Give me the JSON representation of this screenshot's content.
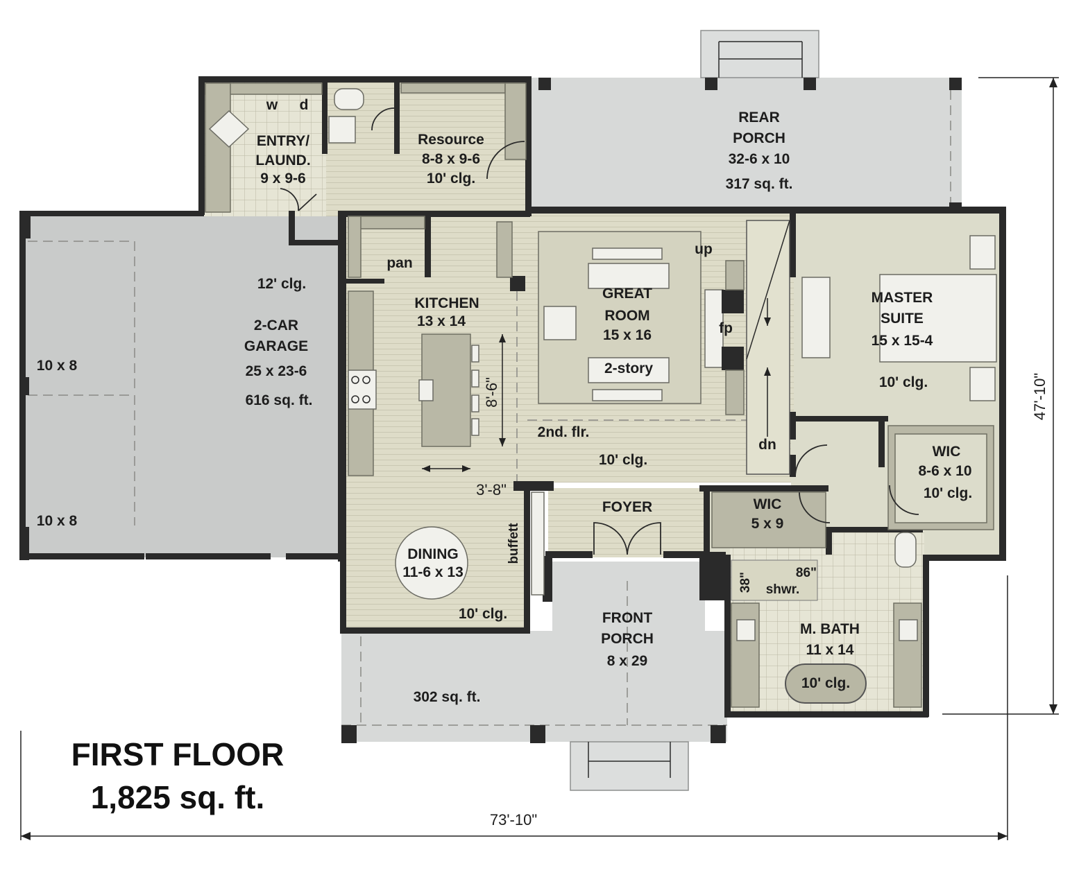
{
  "plan": {
    "title": "FIRST FLOOR",
    "area": "1,825 sq. ft.",
    "overall_width": "73'-10\"",
    "overall_depth": "47'-10\""
  },
  "rooms": {
    "entry": {
      "line1": "ENTRY/",
      "line2": "LAUND.",
      "size": "9 x 9-6",
      "w": "w",
      "d": "d"
    },
    "resource": {
      "name": "Resource",
      "size": "8-8 x 9-6",
      "ceiling": "10' clg."
    },
    "rear_porch": {
      "line1": "REAR",
      "line2": "PORCH",
      "size": "32-6 x 10",
      "area": "317 sq. ft."
    },
    "garage": {
      "ceiling": "12' clg.",
      "line1": "2-CAR",
      "line2": "GARAGE",
      "size": "25 x 23-6",
      "area": "616 sq. ft.",
      "bay1": "10 x 8",
      "bay2": "10 x 8"
    },
    "pantry": {
      "name": "pan"
    },
    "kitchen": {
      "name": "KITCHEN",
      "size": "13 x 14",
      "island_dim": "8'-6\"",
      "aisle_dim": "3'-8\""
    },
    "great_room": {
      "line1": "GREAT",
      "line2": "ROOM",
      "size": "15 x 16",
      "note": "2-story",
      "fireplace": "fp",
      "up": "up",
      "dn": "dn"
    },
    "hall": {
      "note": "2nd. flr.",
      "ceiling": "10' clg."
    },
    "master_suite": {
      "line1": "MASTER",
      "line2": "SUITE",
      "size": "15 x 15-4",
      "ceiling": "10' clg."
    },
    "wic_master": {
      "name": "WIC",
      "size": "8-6 x 10",
      "ceiling": "10' clg."
    },
    "wic_small": {
      "name": "WIC",
      "size": "5 x 9"
    },
    "foyer": {
      "name": "FOYER"
    },
    "dining": {
      "name": "DINING",
      "size": "11-6 x 13",
      "ceiling": "10' clg.",
      "buffet": "buffett"
    },
    "front_porch": {
      "line1": "FRONT",
      "line2": "PORCH",
      "size": "8 x 29",
      "area": "302 sq. ft."
    },
    "shower": {
      "width": "86\"",
      "depth": "38\"",
      "name": "shwr."
    },
    "master_bath": {
      "name": "M. BATH",
      "size": "11 x 14",
      "ceiling": "10' clg."
    }
  }
}
